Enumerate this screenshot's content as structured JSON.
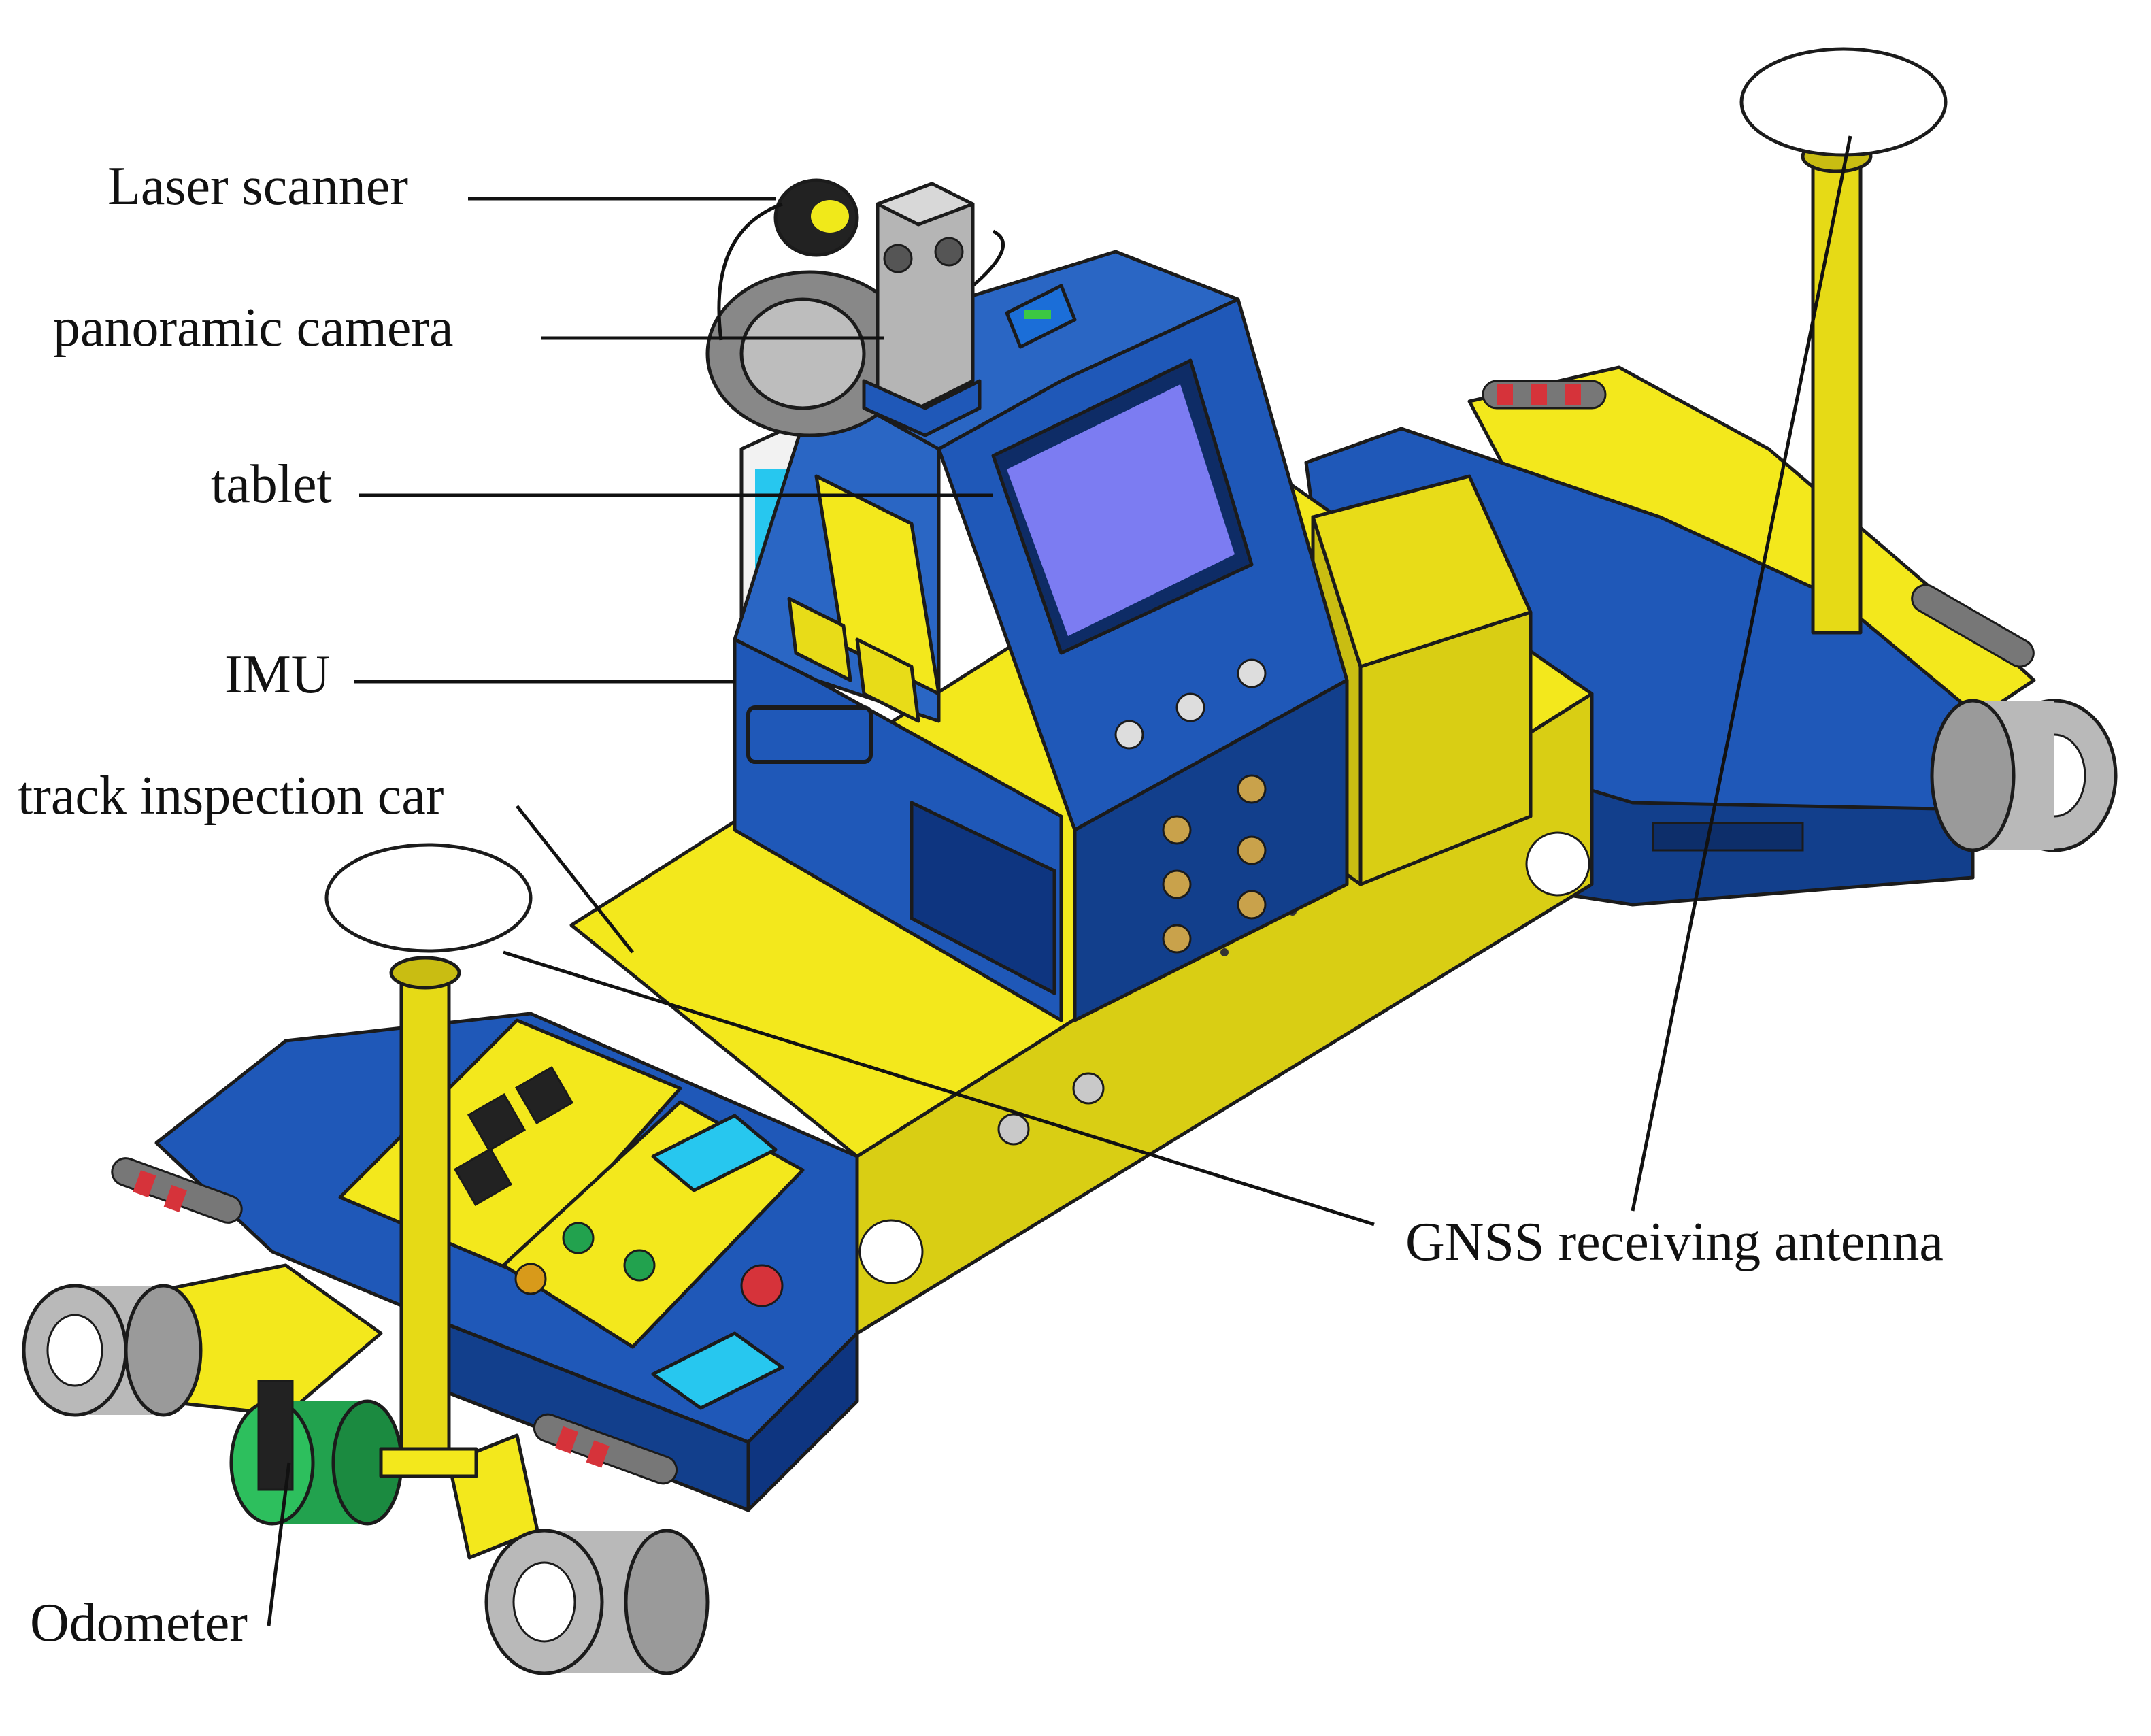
{
  "labels": {
    "laser_scanner": "Laser scanner",
    "panoramic_camera": "panoramic camera",
    "tablet": "tablet",
    "imu": "IMU",
    "track_inspection_car": "track inspection car",
    "gnss_antenna": "GNSS receiving antenna",
    "odometer": "Odometer"
  },
  "colors": {
    "body_blue": "#1f58b8",
    "body_blue_dark": "#123f8c",
    "frame_yellow": "#f3e81c",
    "frame_yellow_dark": "#c9bd12",
    "screen": "#7c7cf2",
    "roller_gray": "#b9b9b9",
    "odometer_green": "#22a24e",
    "handle_red": "#d6333a"
  }
}
